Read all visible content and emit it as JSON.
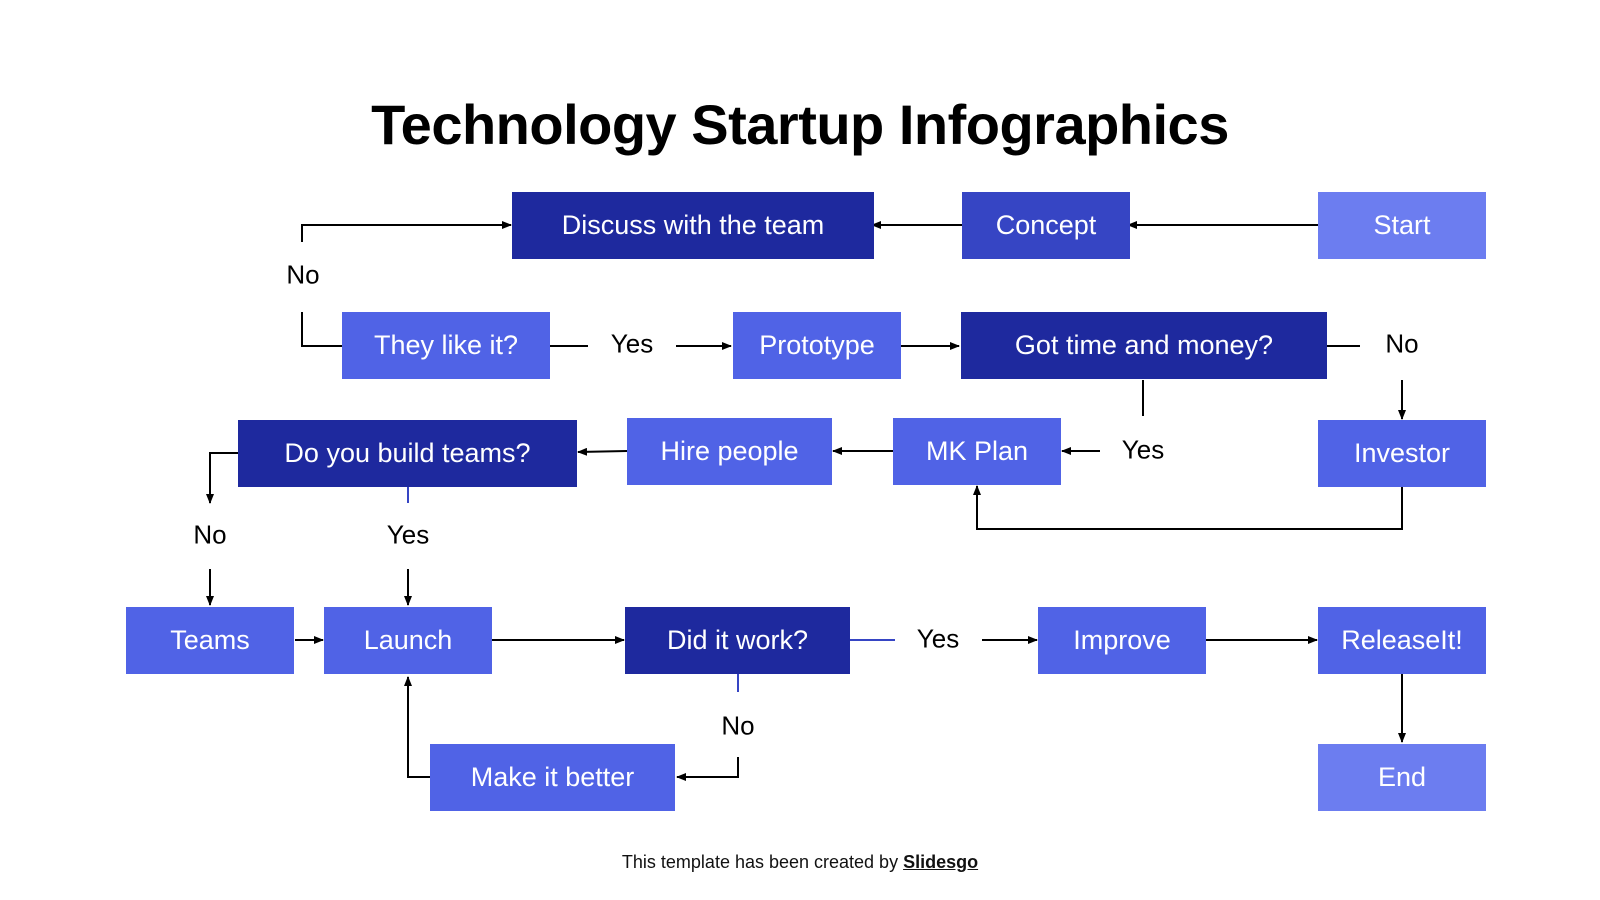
{
  "title": "Technology Startup Infographics",
  "colors": {
    "light": "#6C7DF0",
    "medium": "#5063E6",
    "strong": "#3645C4",
    "dark": "#1E299E",
    "line": "#000000"
  },
  "nodes": {
    "start": "Start",
    "concept": "Concept",
    "discuss": "Discuss with the team",
    "like": "They like it?",
    "prototype": "Prototype",
    "time_money": "Got time and money?",
    "investor": "Investor",
    "mk_plan": "MK Plan",
    "hire": "Hire people",
    "build_teams": "Do you build teams?",
    "teams": "Teams",
    "launch": "Launch",
    "did_work": "Did it work?",
    "improve": "Improve",
    "release": "ReleaseIt!",
    "make_better": "Make it better",
    "end": "End"
  },
  "labels": {
    "like_no": "No",
    "like_yes": "Yes",
    "tm_no": "No",
    "tm_yes": "Yes",
    "bt_no": "No",
    "bt_yes": "Yes",
    "dw_yes": "Yes",
    "dw_no": "No"
  },
  "footer": {
    "text": "This template has been created by ",
    "brand": "Slidesgo"
  }
}
